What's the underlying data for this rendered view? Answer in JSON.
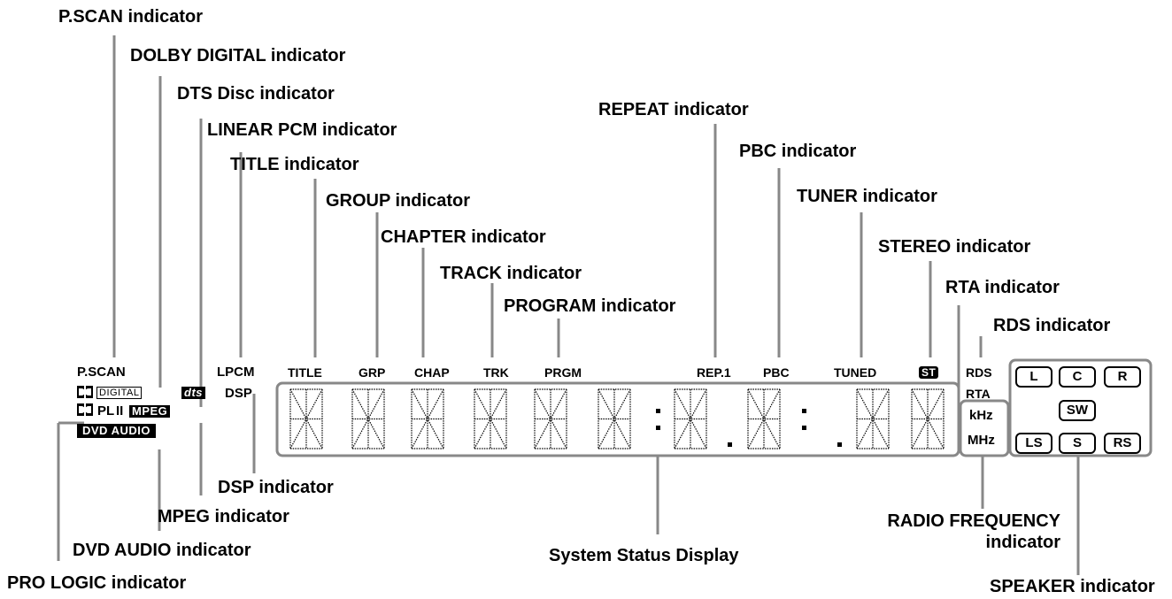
{
  "callouts": {
    "pscan": "P.SCAN indicator",
    "dolby_digital": "DOLBY DIGITAL indicator",
    "dts": "DTS Disc indicator",
    "lpcm": "LINEAR PCM indicator",
    "title": "TITLE indicator",
    "group": "GROUP indicator",
    "chapter": "CHAPTER indicator",
    "track": "TRACK indicator",
    "program": "PROGRAM indicator",
    "repeat": "REPEAT indicator",
    "pbc": "PBC indicator",
    "tuner": "TUNER indicator",
    "stereo": "STEREO indicator",
    "rta": "RTA indicator",
    "rds": "RDS indicator",
    "dsp": "DSP indicator",
    "mpeg": "MPEG indicator",
    "dvd_audio": "DVD AUDIO indicator",
    "pro_logic": "PRO LOGIC indicator",
    "system_status": "System Status Display",
    "radio_freq_line1": "RADIO FREQUENCY",
    "radio_freq_line2": "indicator",
    "speaker": "SPEAKER indicator"
  },
  "panel": {
    "pscan": "P.SCAN",
    "lpcm": "LPCM",
    "dsp": "DSP",
    "digital": "DIGITAL",
    "dts": "dts",
    "pl": "PL",
    "pl_ii": "II",
    "mpeg": "MPEG",
    "dvd_audio": "DVD AUDIO",
    "title": "TITLE",
    "grp": "GRP",
    "chap": "CHAP",
    "trk": "TRK",
    "prgm": "PRGM",
    "rep": "REP.1",
    "pbc": "PBC",
    "tuned": "TUNED",
    "st": "ST",
    "rds": "RDS",
    "rta": "RTA",
    "khz": "kHz",
    "mhz": "MHz",
    "speakers": [
      "L",
      "C",
      "R",
      "SW",
      "LS",
      "S",
      "RS"
    ]
  }
}
